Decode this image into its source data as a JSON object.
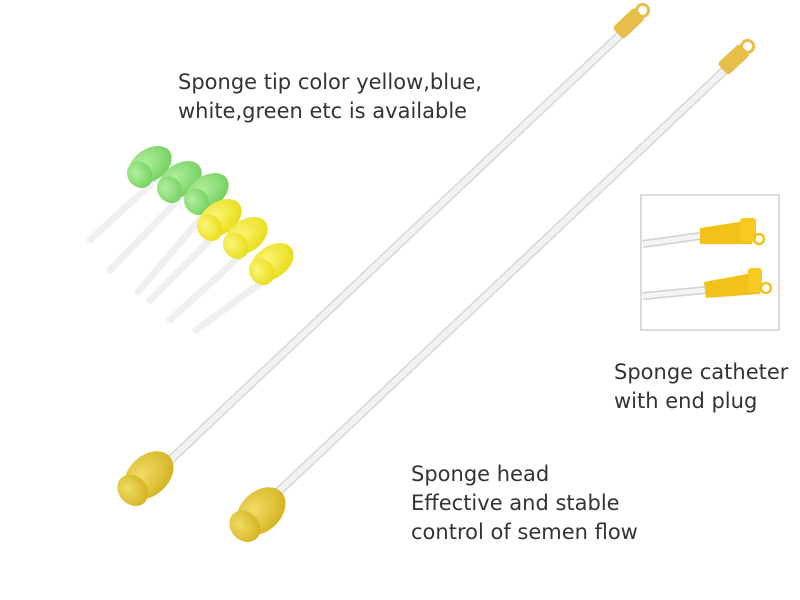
{
  "captions": {
    "tip_colors": {
      "line1": "Sponge tip color yellow,blue,",
      "line2": "white,green etc is available"
    },
    "end_plug": {
      "line1": "Sponge catheter",
      "line2": "with end plug"
    },
    "sponge_head": {
      "line1": "Sponge head",
      "line2": "Effective and stable",
      "line3": "control of semen flow"
    }
  },
  "colors": {
    "sponge_yellow": "#e8cc3a",
    "plug_yellow": "#e6bf4a",
    "green_tip": "#8fe07a",
    "bright_yellow_tip": "#f4ec2e",
    "tube": "#f1f1f1",
    "caption_text": "#333333"
  }
}
